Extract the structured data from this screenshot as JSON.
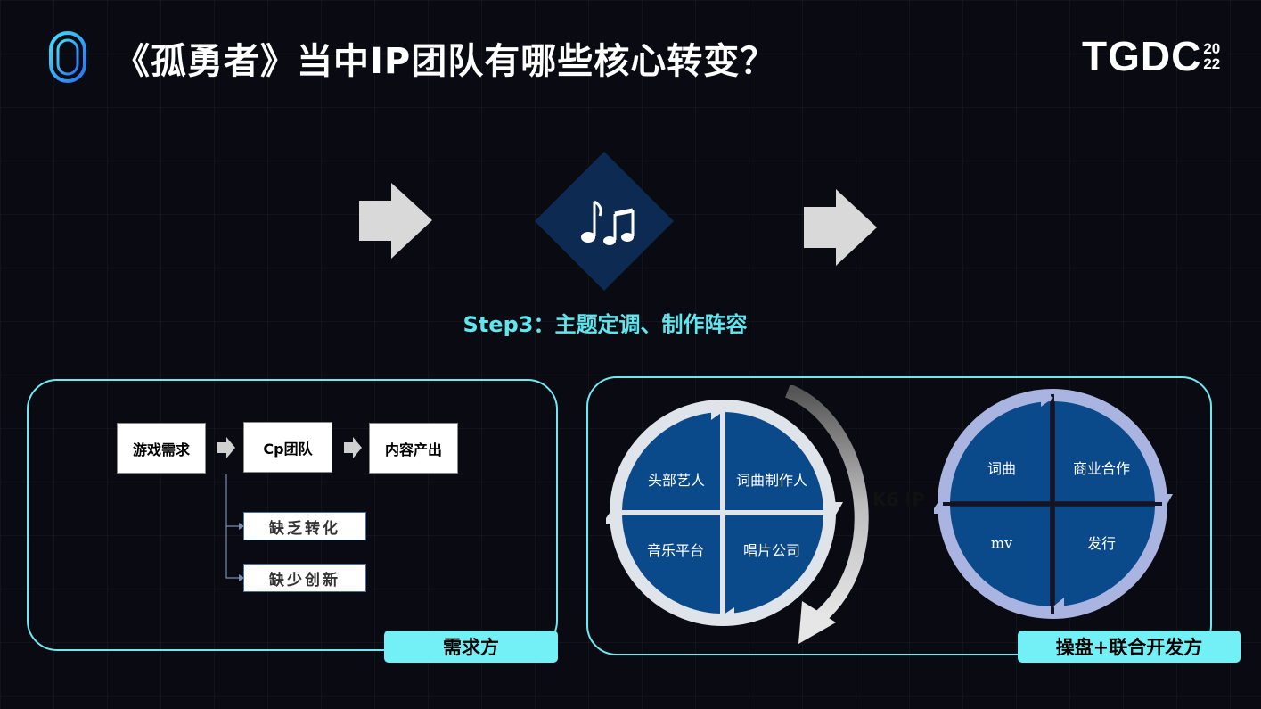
{
  "title": "《孤勇者》当中IP团队有哪些核心转变？",
  "brand": {
    "name": "TGDC",
    "year_top": "20",
    "year_bottom": "22"
  },
  "step": "Step3：主题定调、制作阵容",
  "left_panel": {
    "flow": [
      "游戏需求",
      "Cp团队",
      "内容产出"
    ],
    "issues": [
      "缺乏转化",
      "缺少创新"
    ],
    "tag": "需求方"
  },
  "right_panel": {
    "circle_left": [
      "头部艺人",
      "词曲制作人",
      "音乐平台",
      "唱片公司"
    ],
    "center_label": "K6 IP",
    "circle_right": [
      "词曲",
      "商业合作",
      "mv",
      "发行"
    ],
    "tag": "操盘+联合开发方"
  },
  "colors": {
    "accent": "#72f0f5",
    "step": "#5fe6ef",
    "quadrant": "#0b4a8a",
    "diamond": "#0d2b52"
  },
  "icons": [
    "logo-loop-icon",
    "arrow-right-icon",
    "music-note-icon",
    "arrow-right-icon"
  ]
}
